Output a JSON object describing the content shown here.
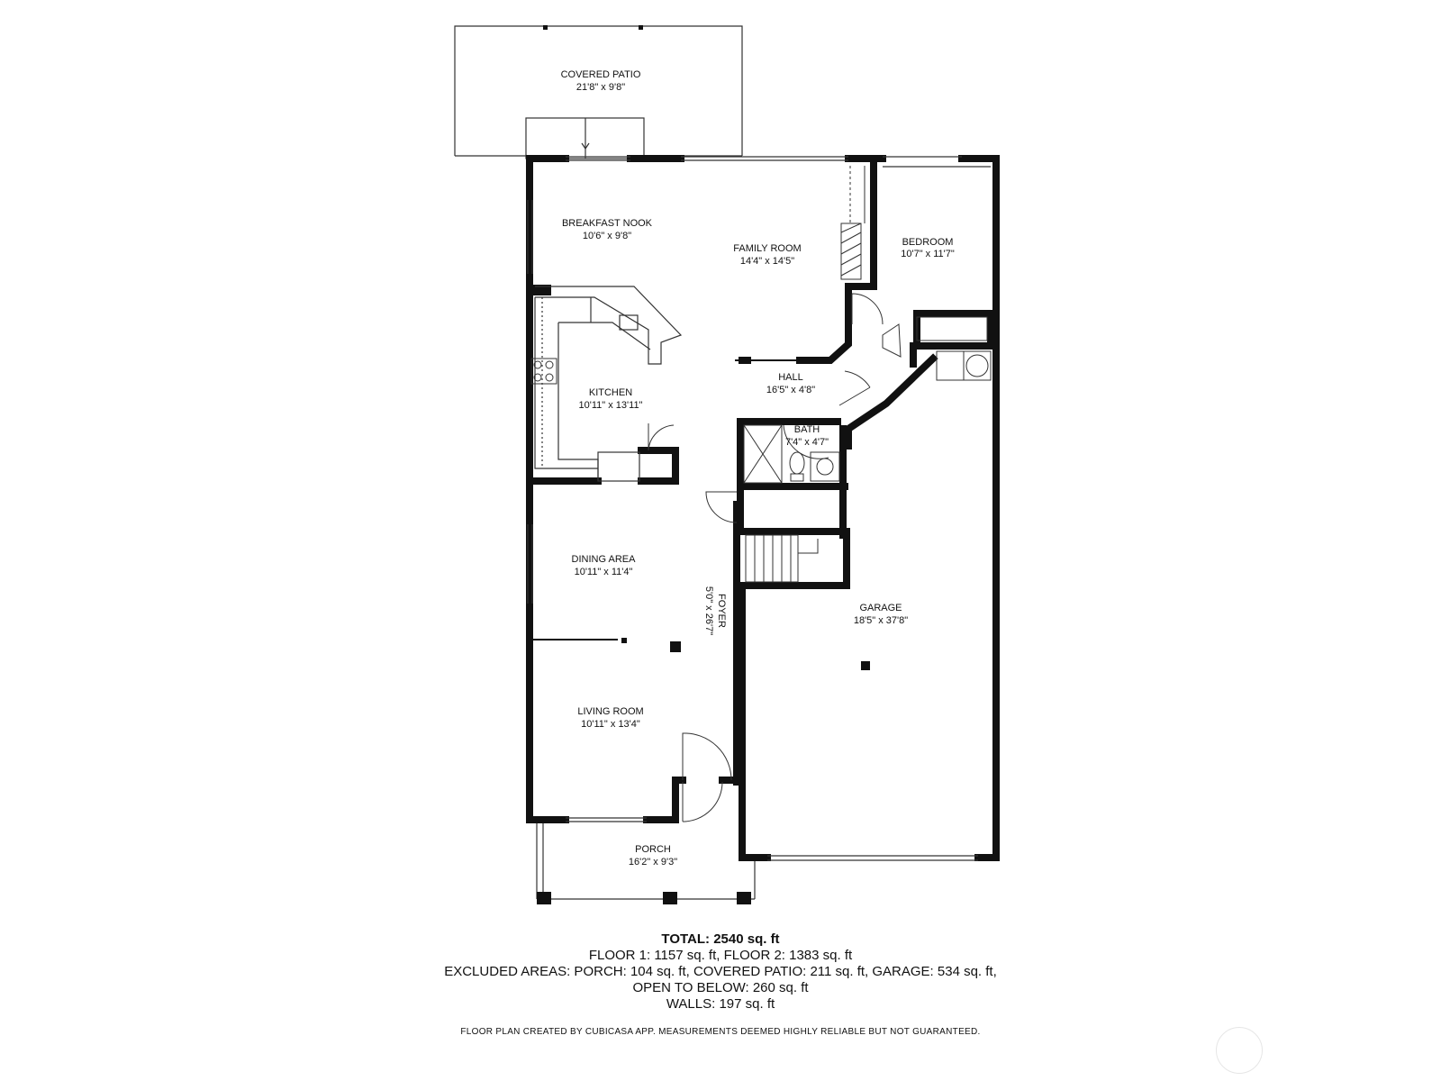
{
  "rooms": [
    {
      "id": "covered-patio",
      "name": "COVERED PATIO",
      "dim": "21'8\" x 9'8\""
    },
    {
      "id": "breakfast-nook",
      "name": "BREAKFAST NOOK",
      "dim": "10'6\" x 9'8\""
    },
    {
      "id": "family-room",
      "name": "FAMILY ROOM",
      "dim": "14'4\" x 14'5\""
    },
    {
      "id": "bedroom",
      "name": "BEDROOM",
      "dim": "10'7\" x 11'7\""
    },
    {
      "id": "kitchen",
      "name": "KITCHEN",
      "dim": "10'11\" x 13'11\""
    },
    {
      "id": "hall",
      "name": "HALL",
      "dim": "16'5\" x 4'8\""
    },
    {
      "id": "bath",
      "name": "BATH",
      "dim": "7'4\" x 4'7\""
    },
    {
      "id": "dining-area",
      "name": "DINING AREA",
      "dim": "10'11\" x 11'4\""
    },
    {
      "id": "foyer",
      "name": "FOYER",
      "dim": "5'0\" x 26'7\""
    },
    {
      "id": "garage",
      "name": "GARAGE",
      "dim": "18'5\" x 37'8\""
    },
    {
      "id": "living-room",
      "name": "LIVING ROOM",
      "dim": "10'11\" x 13'4\""
    },
    {
      "id": "porch",
      "name": "PORCH",
      "dim": "16'2\" x 9'3\""
    }
  ],
  "summary": {
    "total": "TOTAL: 2540 sq. ft",
    "floors": "FLOOR 1: 1157 sq. ft, FLOOR 2: 1383 sq. ft",
    "excluded": "EXCLUDED AREAS: PORCH: 104 sq. ft, COVERED PATIO: 211 sq. ft, GARAGE: 534 sq. ft,",
    "open_to_below": "OPEN TO BELOW: 260 sq. ft",
    "walls": "WALLS: 197 sq. ft"
  },
  "disclaimer": "FLOOR PLAN CREATED BY CUBICASA APP. MEASUREMENTS DEEMED HIGHLY RELIABLE BUT NOT GUARANTEED."
}
